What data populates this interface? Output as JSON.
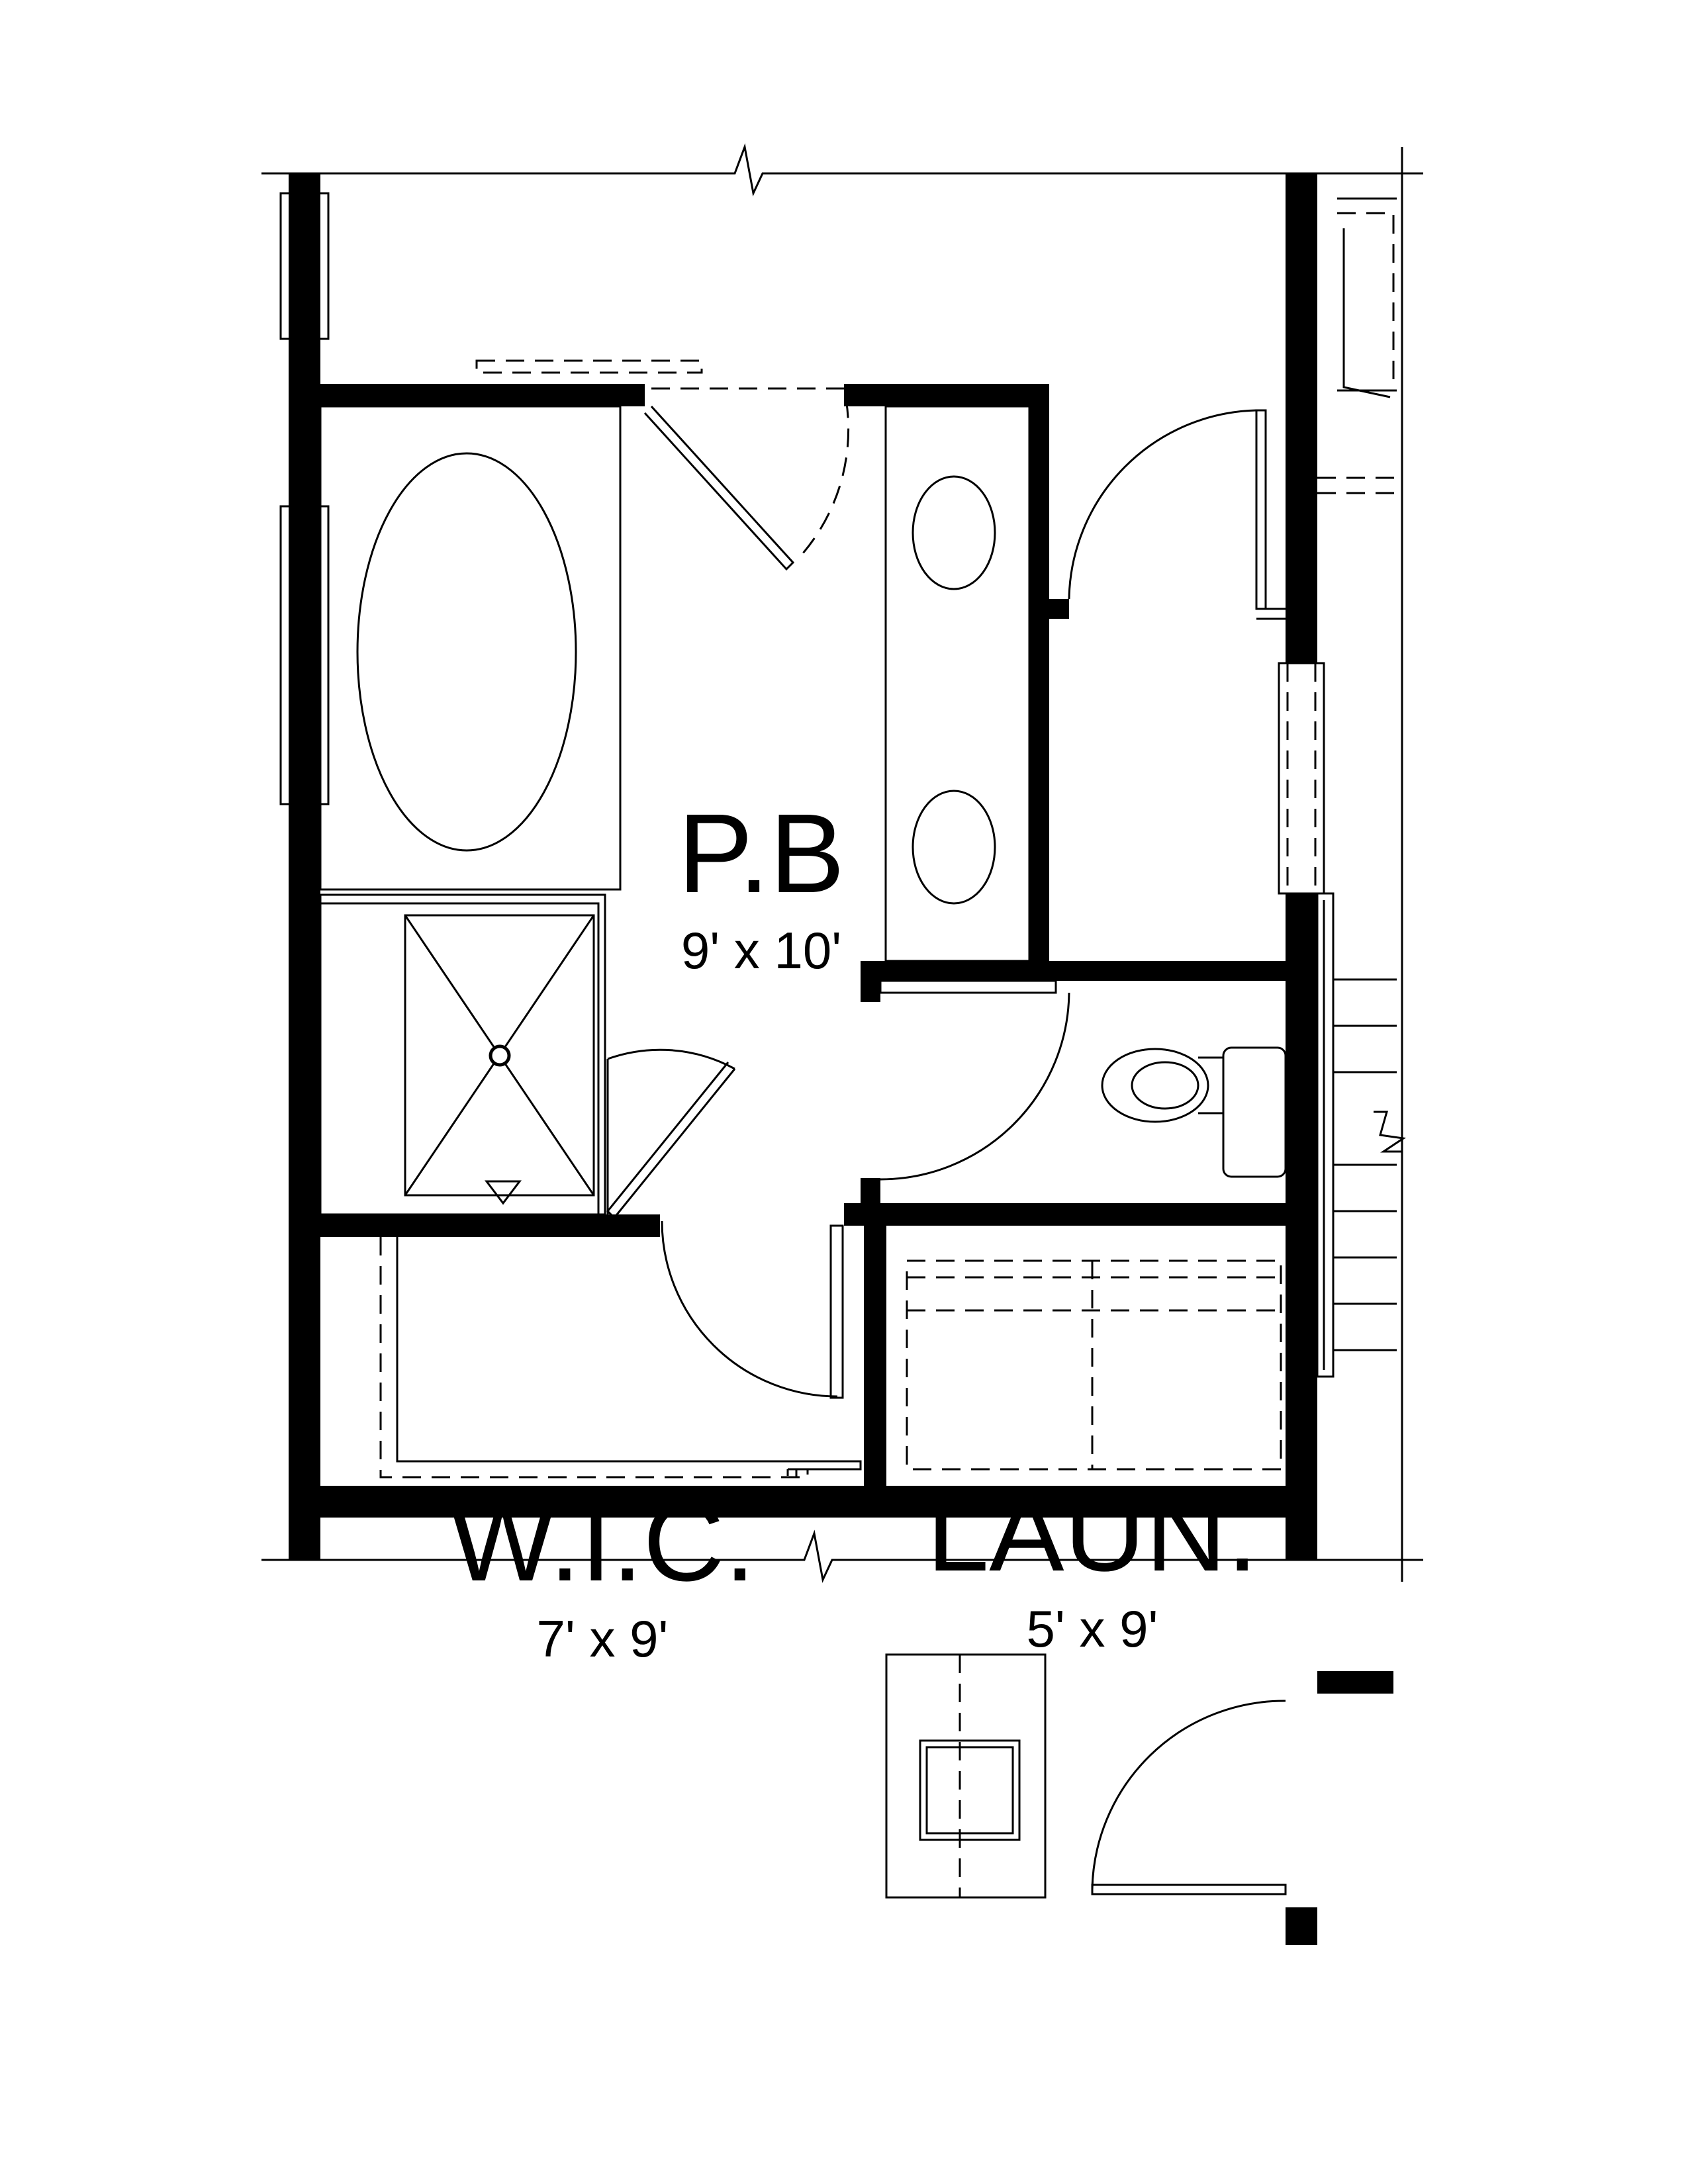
{
  "rooms": {
    "primary_bath": {
      "name": "P.B",
      "dimensions": "9' x 10'"
    },
    "walk_in_closet": {
      "name": "W.I.C.",
      "dimensions": "7' x 9'"
    },
    "laundry": {
      "name": "LAUN.",
      "dimensions": "5' x 9'"
    }
  },
  "colors": {
    "ink": "#000000",
    "paper": "#ffffff"
  },
  "fixtures": [
    "oval-tub",
    "shower-with-drain",
    "double-vanity-sinks",
    "toilet",
    "washer",
    "dryer",
    "water-heater"
  ]
}
